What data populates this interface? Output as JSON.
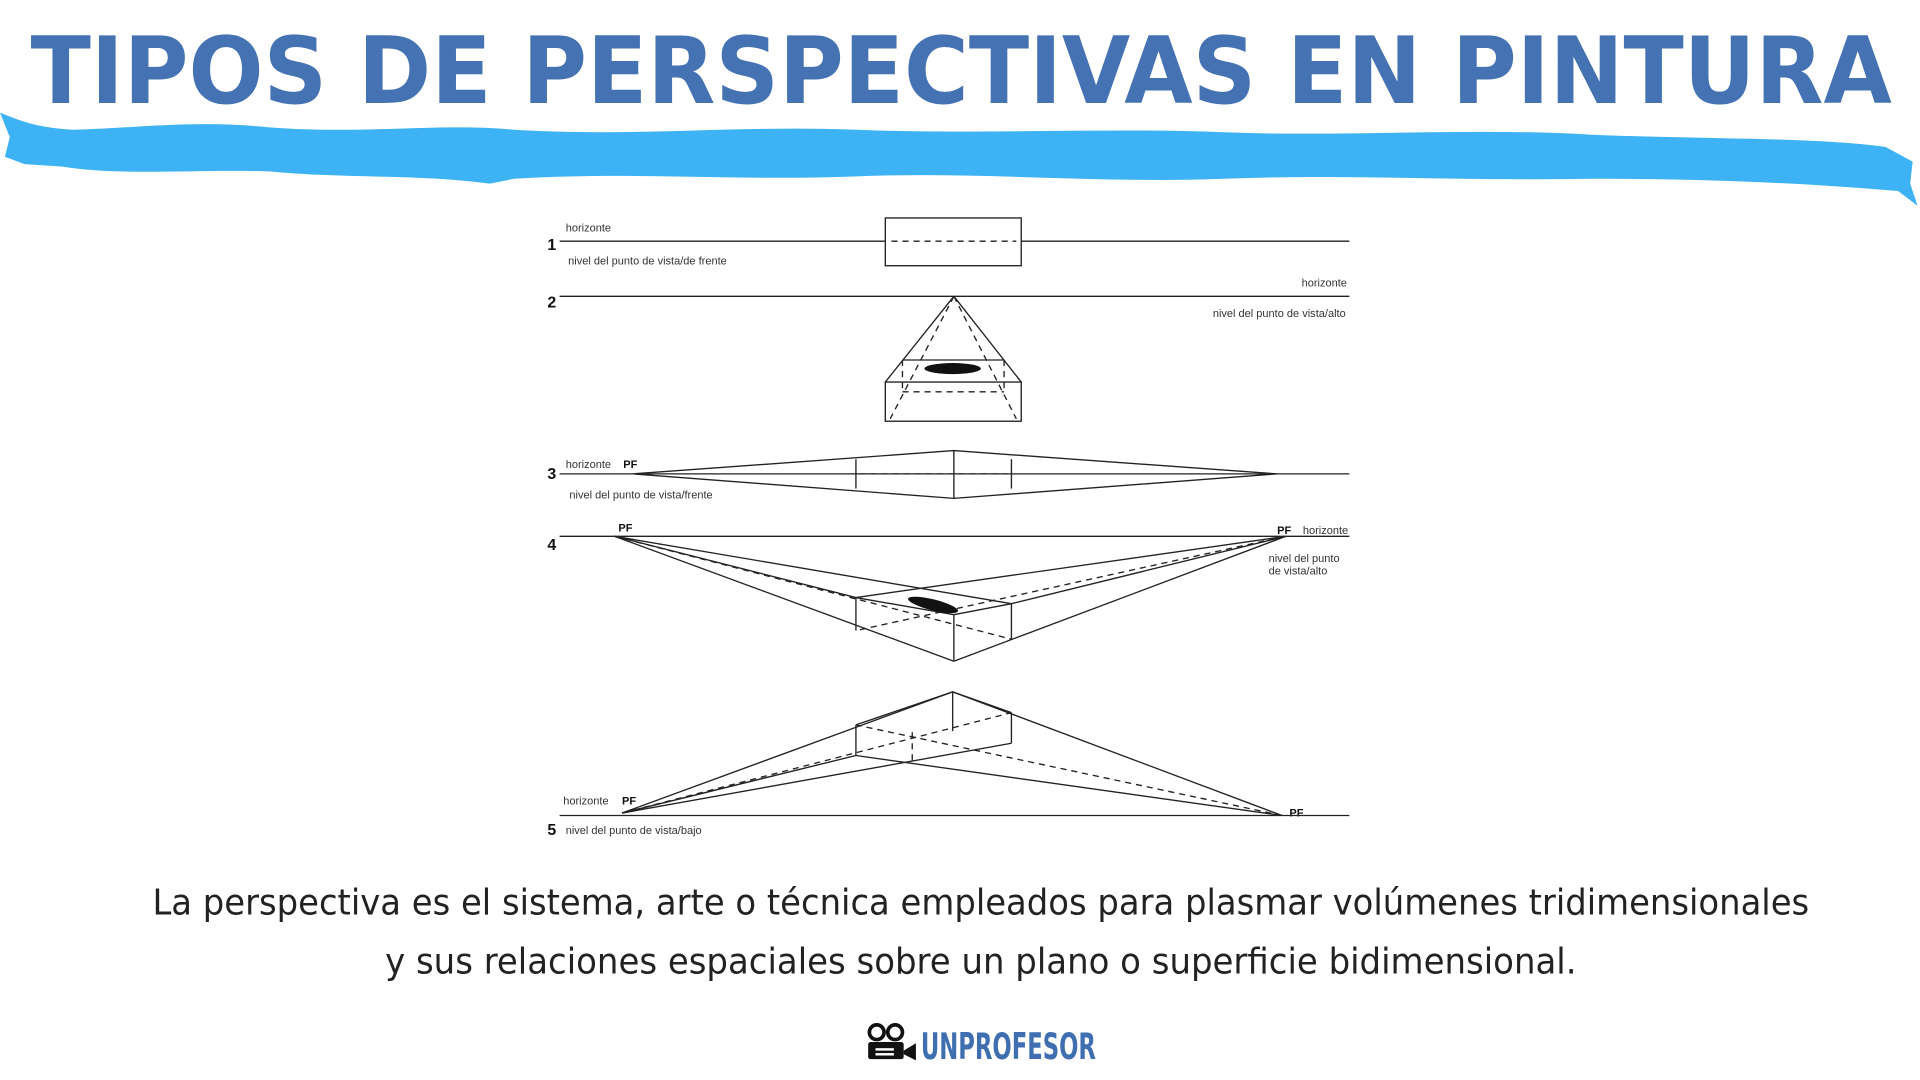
{
  "title": "TIPOS DE PERSPECTIVAS EN PINTURA",
  "colors": {
    "title": "#4472b3",
    "brush": "#3db3f5",
    "logo": "#3f6fb0"
  },
  "diagram": {
    "rows": [
      {
        "number": "1",
        "labels": [
          "horizonte",
          "nivel del punto de vista/de frente"
        ]
      },
      {
        "number": "2",
        "labels": [
          "horizonte",
          "nivel del punto de vista/alto"
        ]
      },
      {
        "number": "3",
        "labels": [
          "horizonte",
          "PF",
          "nivel del punto de vista/frente"
        ]
      },
      {
        "number": "4",
        "labels": [
          "PF",
          "PF",
          "horizonte",
          "nivel del punto",
          "de vista/alto"
        ]
      },
      {
        "number": "5",
        "labels": [
          "horizonte",
          "PF",
          "PF",
          "nivel del punto de vista/bajo"
        ]
      }
    ]
  },
  "description": {
    "line1": "La perspectiva es el sistema, arte o técnica empleados para plasmar volúmenes tridimensionales",
    "line2": "y sus relaciones espaciales sobre un plano o superficie bidimensional."
  },
  "logo": {
    "text": "UNPROFESOR",
    "icon": "movie-camera-icon"
  }
}
